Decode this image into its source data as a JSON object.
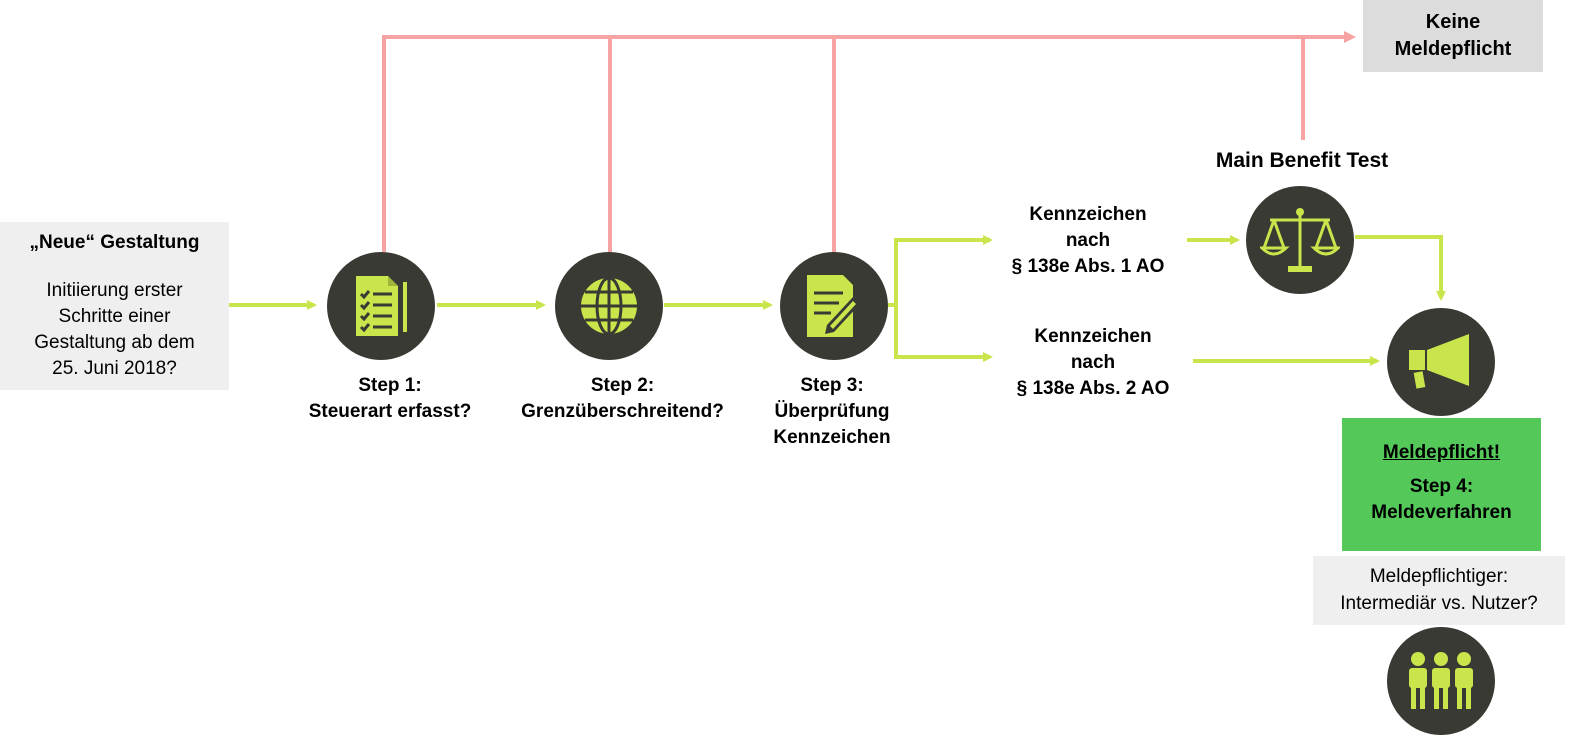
{
  "start": {
    "title": "„Neue“ Gestaltung",
    "lines": [
      "Initiierung  erster",
      "Schritte einer",
      "Gestaltung  ab dem",
      "25. Juni 2018?"
    ]
  },
  "keine": {
    "lines": [
      "Keine",
      "Meldepflicht"
    ]
  },
  "steps": [
    {
      "lines": [
        "Step 1:",
        "Steuerart erfasst?"
      ],
      "icon": "checklist-icon"
    },
    {
      "lines": [
        "Step 2:",
        "Grenzüberschreitend?"
      ],
      "icon": "globe-icon"
    },
    {
      "lines": [
        "Step 3:",
        "Überprüfung",
        "Kennzeichen"
      ],
      "icon": "document-pen-icon"
    }
  ],
  "kennzeichen1": {
    "lines": [
      "Kennzeichen",
      "nach",
      "§ 138e Abs. 1 AO"
    ]
  },
  "kennzeichen2": {
    "lines": [
      "Kennzeichen",
      "nach",
      "§ 138e Abs. 2 AO"
    ]
  },
  "main_benefit": {
    "title": "Main Benefit Test",
    "icon": "scales-icon"
  },
  "report": {
    "icon": "megaphone-icon"
  },
  "meldepflicht": {
    "heading": "Meldepflicht!",
    "lines": [
      "Step 4:",
      "Meldeverfahren"
    ]
  },
  "who": {
    "lines": [
      "Meldepflichtiger:",
      "Intermediär  vs. Nutzer?"
    ]
  },
  "people": {
    "icon": "people-icon"
  },
  "colors": {
    "accent": "#c8e64b",
    "negative": "#f7a3a3",
    "circle": "#3a3a35",
    "positive": "#54c95a"
  }
}
